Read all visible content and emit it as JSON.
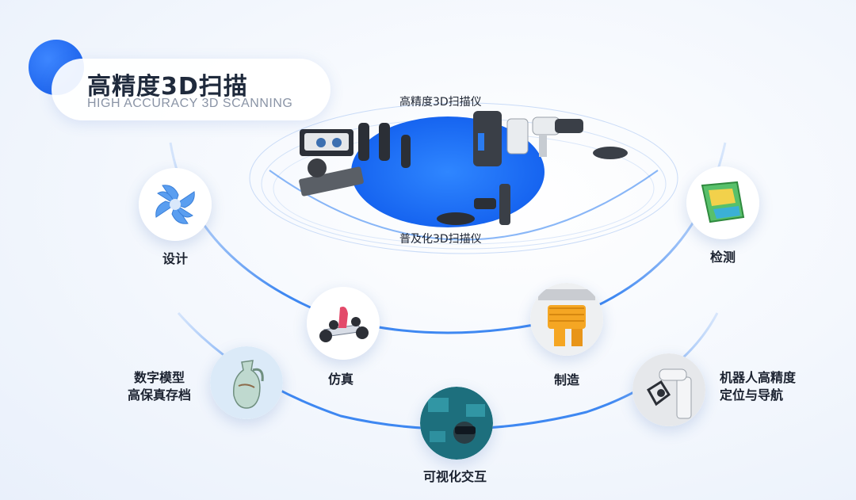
{
  "title": {
    "zh": "高精度3D扫描",
    "en": "HIGH ACCURACY 3D SCANNING"
  },
  "center": {
    "top_label": "高精度3D扫描仪",
    "bottom_label": "普及化3D扫描仪"
  },
  "nodes": {
    "design": "设计",
    "inspection": "检测",
    "simulation": "仿真",
    "manufacturing": "制造",
    "digital_archive_line1": "数字模型",
    "digital_archive_line2": "高保真存档",
    "robot_line1": "机器人高精度",
    "robot_line2": "定位与导航",
    "visual_interaction": "可视化交互"
  },
  "colors": {
    "accent": "#1c6ef2",
    "arc": "#2a7bf0",
    "text": "#1b2230"
  }
}
